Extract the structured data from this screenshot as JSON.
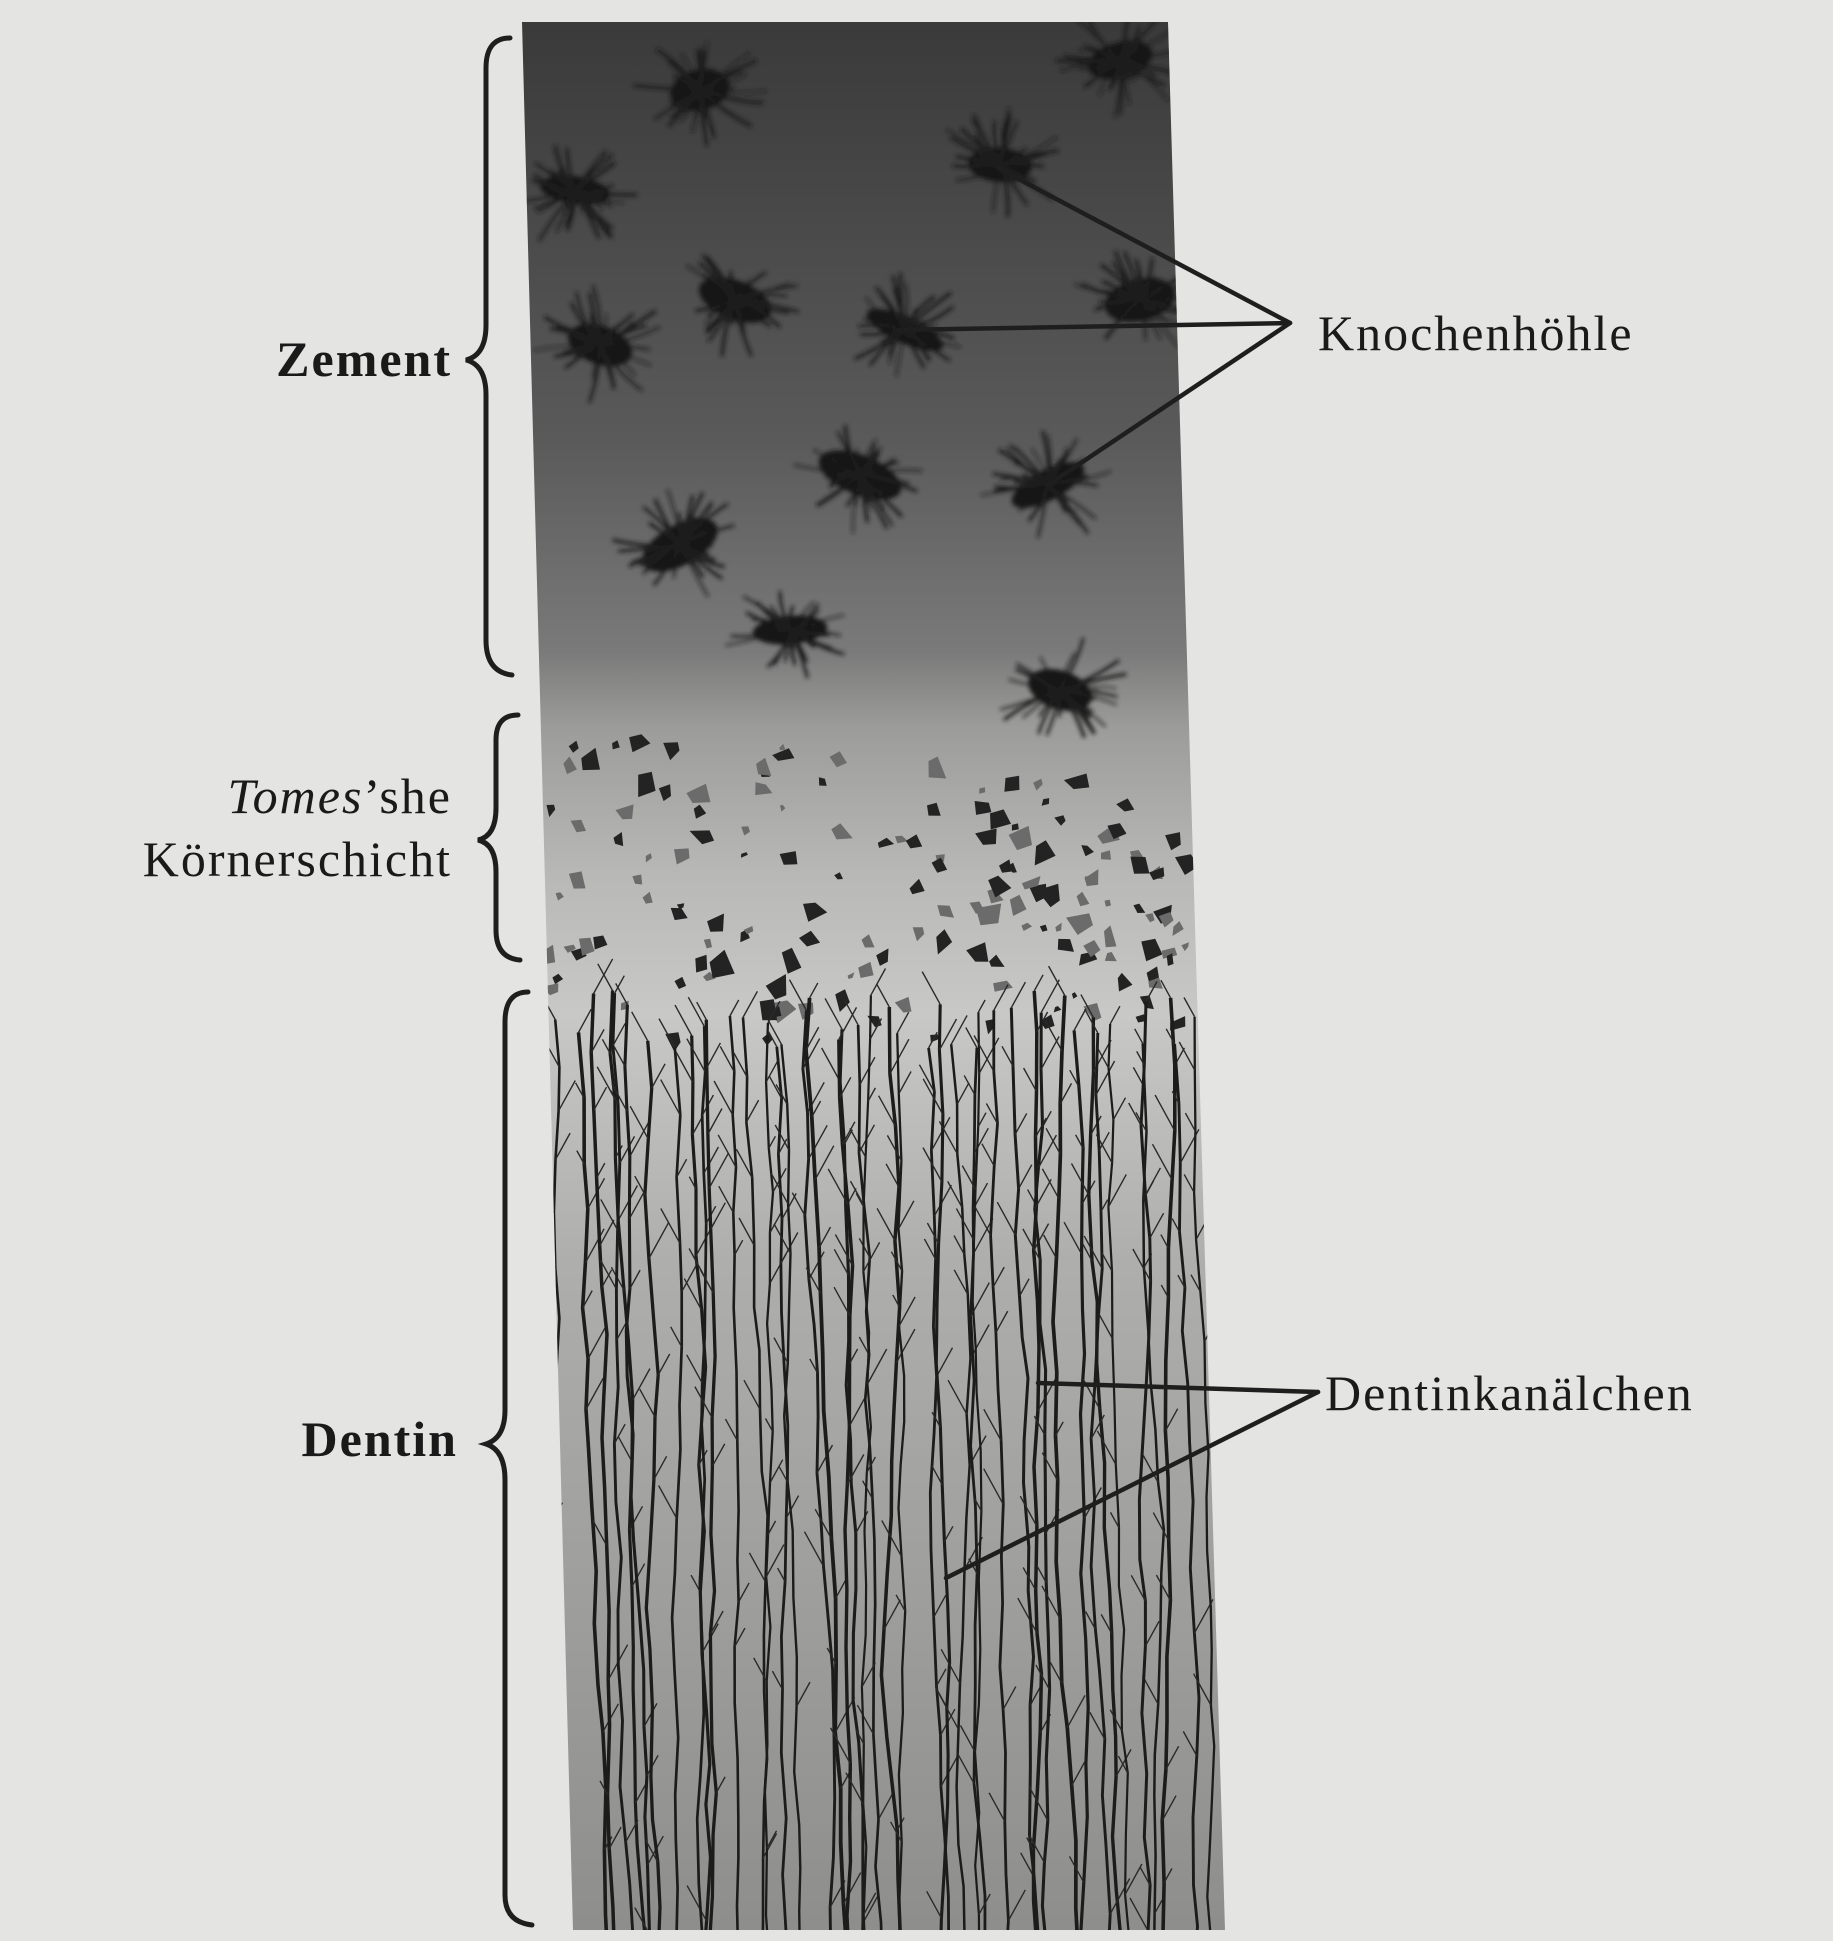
{
  "figure": {
    "background_color": "#e4e4e2",
    "ink_color": "#1a1a1a",
    "left_labels": {
      "zement": "Zement",
      "tomes_italic": "Tomes",
      "tomes_rest": "’she",
      "koernerschicht": "Körnerschicht",
      "dentin": "Dentin"
    },
    "right_labels": {
      "knochenhoehle": "Knochenhöhle",
      "dentinkanaelchen": "Dentinkanälchen"
    }
  }
}
